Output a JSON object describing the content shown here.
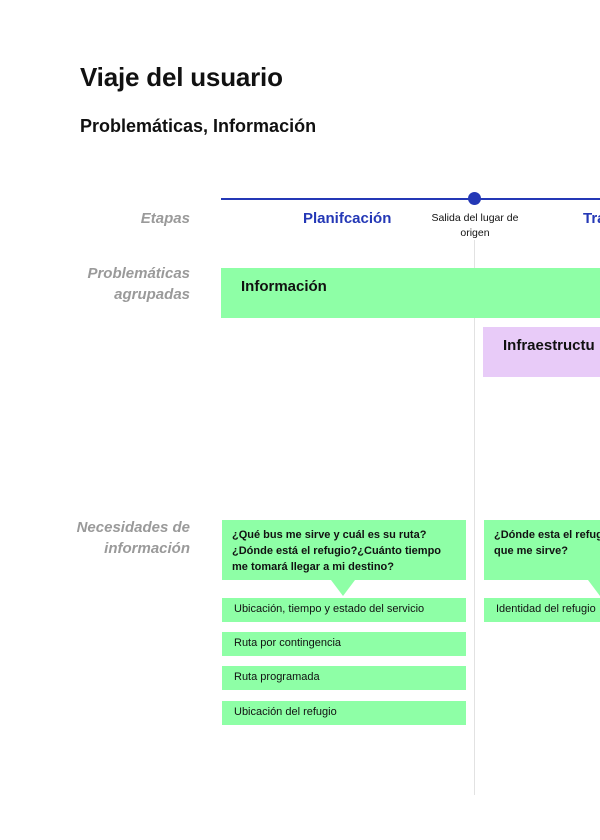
{
  "header": {
    "title": "Viaje del usuario",
    "subtitle": "Problemáticas, Información"
  },
  "row_labels": {
    "stages": "Etapas",
    "grouped_problems": "Problemáticas agrupadas",
    "info_needs": "Necesidades de información"
  },
  "timeline": {
    "stage_1": "Planifcación",
    "milestone": "Salida del lugar de origen",
    "stage_2": "Tra"
  },
  "problem_groups": {
    "green": "Información",
    "purple": "Infraestructu"
  },
  "needs": {
    "col1": {
      "question": "¿Qué bus me sirve y cuál es su ruta?¿Dónde está el refugio?¿Cuánto tiempo me tomará llegar a mi destino?",
      "items": [
        "Ubicación, tiempo y estado del servicio",
        "Ruta por contingencia",
        "Ruta programada",
        "Ubicación del refugio"
      ]
    },
    "col2": {
      "question_line1": "¿Dónde esta el refugio",
      "question_line2": "que me sirve?",
      "items": [
        "Identidad del refugio"
      ]
    }
  },
  "colors": {
    "accent_blue": "#2438b6",
    "green_card": "#8effa6",
    "purple_card": "#e8cbf8",
    "label_gray": "#9a9a9a"
  }
}
